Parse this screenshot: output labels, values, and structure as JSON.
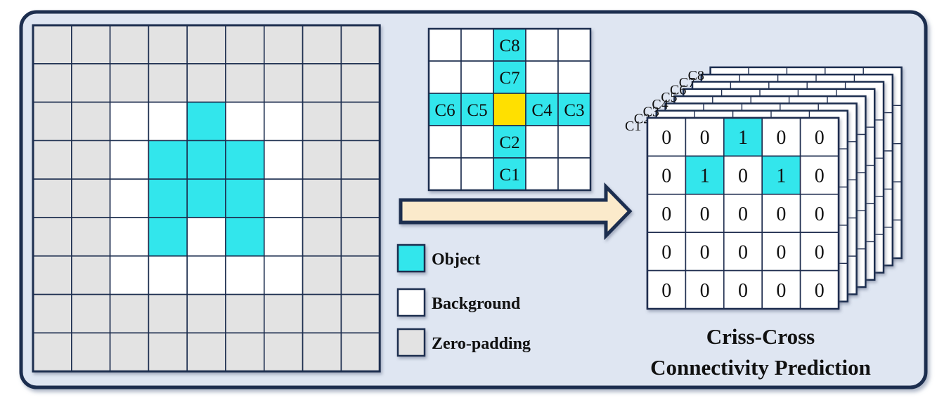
{
  "colors": {
    "panel_bg": "#dfe6f2",
    "panel_border": "#1f2d4f",
    "object": "#33e6ec",
    "background": "#ffffff",
    "zero_padding": "#e3e3e3",
    "center": "#ffe000",
    "arrow_fill": "#fbeacb",
    "grid_line": "#1f2d4f"
  },
  "input_grid": {
    "legend_codes": "P=zero-padding, B=background, O=object",
    "rows": [
      "PPPPPPPPP",
      "PPPPPPPPP",
      "PPBBOBBPP",
      "PPBOOOBPP",
      "PPBOOOBPP",
      "PPBOBOBPP",
      "PPBBBBBPP",
      "PPPPPPPPP",
      "PPPPPPPPP"
    ]
  },
  "criss_cross_kernel": {
    "up": [
      "C8",
      "C7"
    ],
    "down": [
      "C2",
      "C1"
    ],
    "left": [
      "C6",
      "C5"
    ],
    "right": [
      "C4",
      "C3"
    ]
  },
  "legend": [
    {
      "key": "object",
      "label": "Object"
    },
    {
      "key": "background",
      "label": "Background"
    },
    {
      "key": "zero_padding",
      "label": "Zero-padding"
    }
  ],
  "channel_labels": [
    "C1",
    "C2",
    "C3",
    "C4",
    "C5",
    "C6",
    "C7",
    "C8"
  ],
  "output_matrix": [
    [
      0,
      0,
      1,
      0,
      0
    ],
    [
      0,
      1,
      0,
      1,
      0
    ],
    [
      0,
      0,
      0,
      0,
      0
    ],
    [
      0,
      0,
      0,
      0,
      0
    ],
    [
      0,
      0,
      0,
      0,
      0
    ]
  ],
  "caption": {
    "line1": "Criss-Cross",
    "line2": "Connectivity Prediction"
  }
}
